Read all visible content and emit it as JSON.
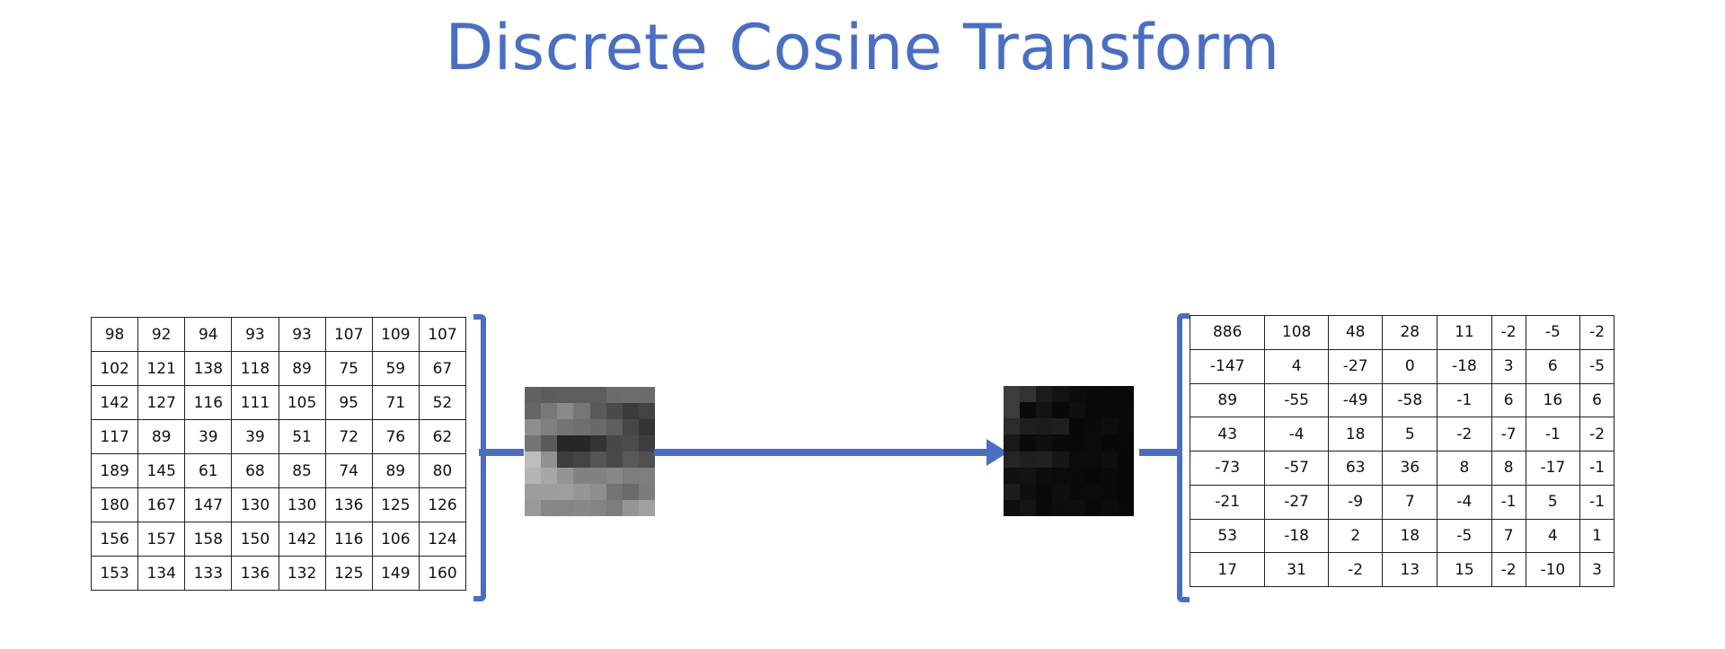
{
  "title": "Discrete Cosine Transform",
  "accent_color": "#4a6ec2",
  "pixel_block": {
    "rows": [
      [
        "98",
        "92",
        "94",
        "93",
        "93",
        "107",
        "109",
        "107"
      ],
      [
        "102",
        "121",
        "138",
        "118",
        "89",
        "75",
        "59",
        "67"
      ],
      [
        "142",
        "127",
        "116",
        "111",
        "105",
        "95",
        "71",
        "52"
      ],
      [
        "117",
        "89",
        "39",
        "39",
        "51",
        "72",
        "76",
        "62"
      ],
      [
        "189",
        "145",
        "61",
        "68",
        "85",
        "74",
        "89",
        "80"
      ],
      [
        "180",
        "167",
        "147",
        "130",
        "130",
        "136",
        "125",
        "126"
      ],
      [
        "156",
        "157",
        "158",
        "150",
        "142",
        "116",
        "106",
        "124"
      ],
      [
        "153",
        "134",
        "133",
        "136",
        "132",
        "125",
        "149",
        "160"
      ]
    ]
  },
  "dct_coefficients": {
    "rows": [
      [
        "886",
        "108",
        "48",
        "28",
        "11",
        "-2",
        "-5",
        "-2"
      ],
      [
        "-147",
        "4",
        "-27",
        "0",
        "-18",
        "3",
        "6",
        "-5"
      ],
      [
        "89",
        "-55",
        "-49",
        "-58",
        "-1",
        "6",
        "16",
        "6"
      ],
      [
        "43",
        "-4",
        "18",
        "5",
        "-2",
        "-7",
        "-1",
        "-2"
      ],
      [
        "-73",
        "-57",
        "63",
        "36",
        "8",
        "8",
        "-17",
        "-1"
      ],
      [
        "-21",
        "-27",
        "-9",
        "7",
        "-4",
        "-1",
        "5",
        "-1"
      ],
      [
        "53",
        "-18",
        "2",
        "18",
        "-5",
        "7",
        "4",
        "1"
      ],
      [
        "17",
        "31",
        "-2",
        "13",
        "15",
        "-2",
        "-10",
        "3"
      ]
    ]
  }
}
